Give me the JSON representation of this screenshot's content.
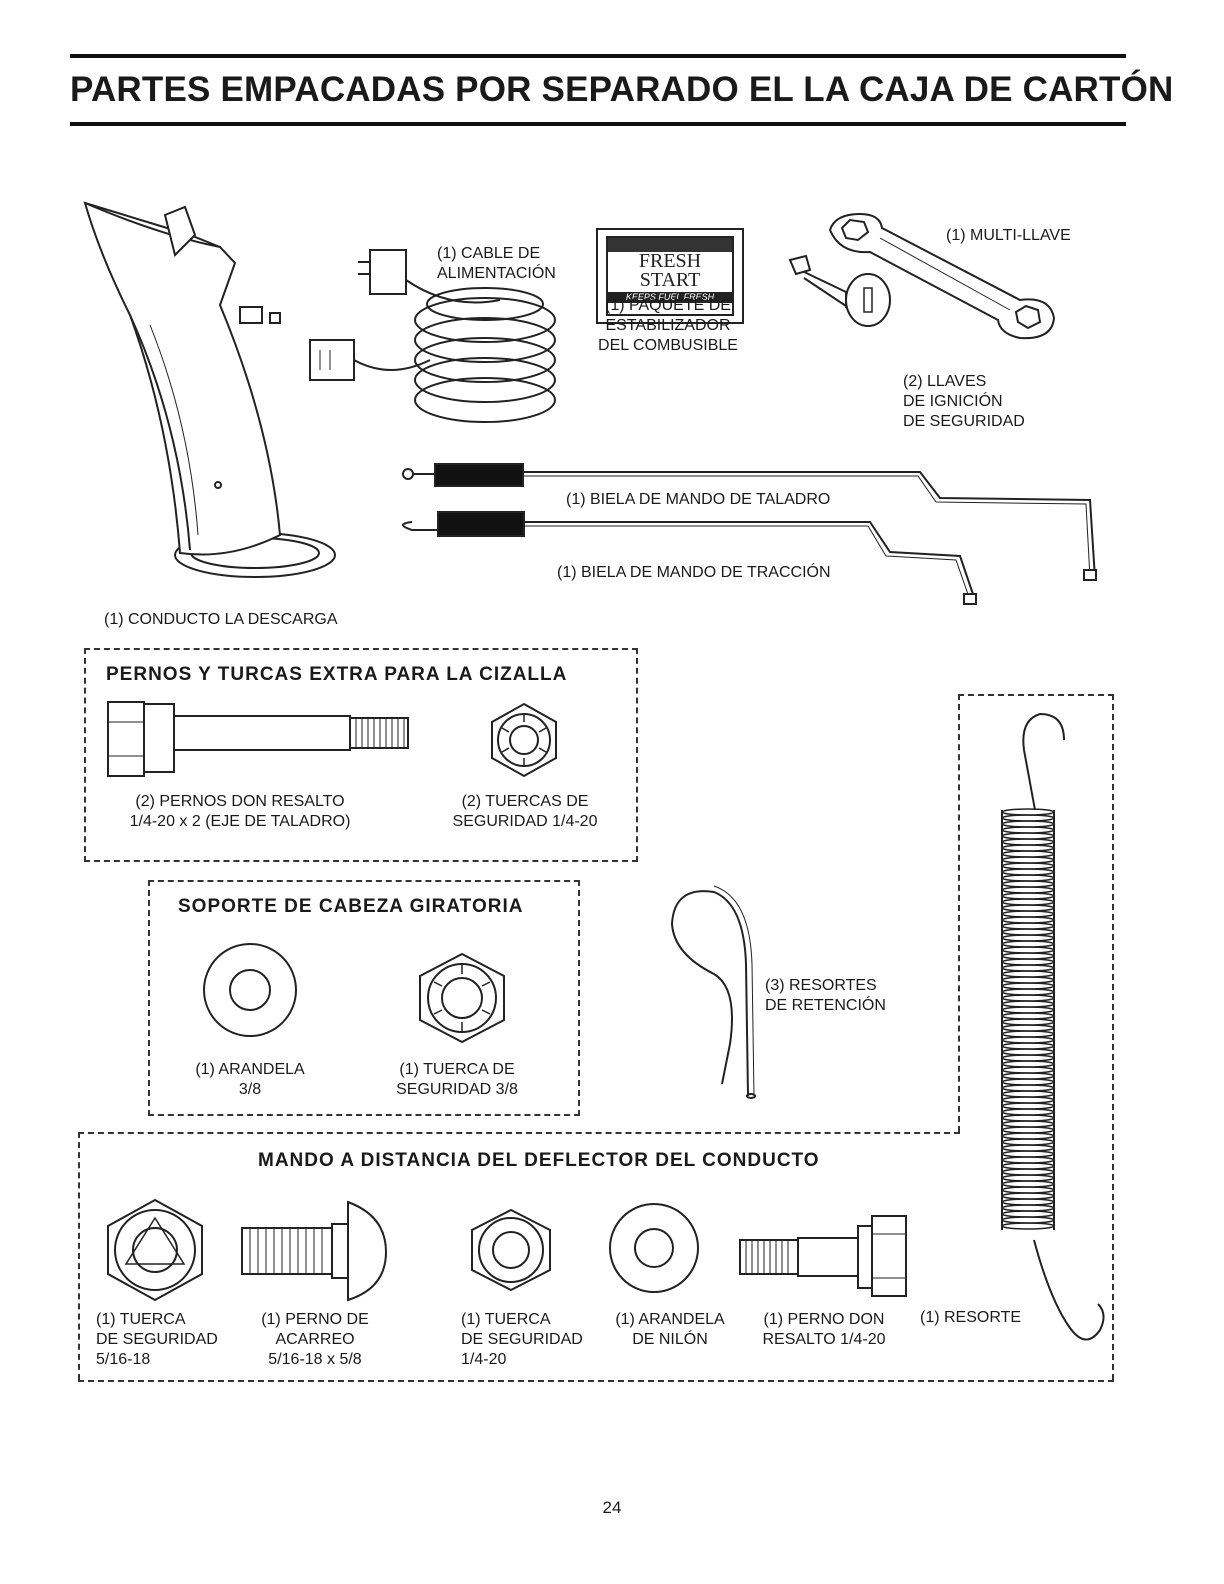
{
  "page": {
    "title": "PARTES EMPACADAS POR SEPARADO EL LA CAJA DE CARTÓN",
    "page_number": "24"
  },
  "fresh_start": {
    "line1": "FRESH",
    "line2": "START",
    "band": "KEEPS FUEL FRESH"
  },
  "parts": {
    "chute": [
      "(1) CONDUCTO LA DESCARGA"
    ],
    "power_cord": [
      "(1) CABLE DE",
      "ALIMENTACIÓN"
    ],
    "stabilizer": [
      "(1) PAQUETE DE",
      "ESTABILIZADOR",
      "DEL COMBUSIBLE"
    ],
    "multi_wrench": [
      "(1) MULTI-LLAVE"
    ],
    "ignition_keys": [
      "(2) LLAVES",
      "DE IGNICIÓN",
      "DE SEGURIDAD"
    ],
    "auger_rod": [
      "(1) BIELA DE MANDO DE TALADRO"
    ],
    "traction_rod": [
      "(1) BIELA DE MANDO DE TRACCIÓN"
    ],
    "shoulder_bolts": [
      "(2) PERNOS DON RESALTO",
      "1/4-20 x 2 (EJE DE TALADRO)"
    ],
    "lock_nuts_shear": [
      "(2) TUERCAS DE",
      "SEGURIDAD  1/4-20"
    ],
    "washer_38": [
      "(1) ARANDELA",
      "3/8"
    ],
    "lock_nut_38": [
      "(1) TUERCA DE",
      "SEGURIDAD  3/8"
    ],
    "retaining_springs": [
      "(3) RESORTES",
      "DE RETENCIÓN"
    ],
    "spring": [
      "(1) RESORTE"
    ],
    "lock_nut_5_16": [
      "(1) TUERCA",
      "DE SEGURIDAD",
      "5/16-18"
    ],
    "carriage_bolt": [
      "(1) PERNO DE",
      "ACARREO",
      "5/16-18 x 5/8"
    ],
    "lock_nut_1_4": [
      "(1) TUERCA",
      "DE SEGURIDAD",
      "1/4-20"
    ],
    "nylon_washer": [
      "(1) ARANDELA",
      "DE NILÓN"
    ],
    "shoulder_bolt_remote": [
      "(1) PERNO DON",
      "RESALTO  1/4-20"
    ]
  },
  "sections": {
    "shear": "PERNOS Y TURCAS EXTRA PARA LA CIZALLA",
    "swivel": "SOPORTE DE CABEZA GIRATORIA",
    "remote": "MANDO A DISTANCIA DEL DEFLECTOR DEL CONDUCTO"
  }
}
